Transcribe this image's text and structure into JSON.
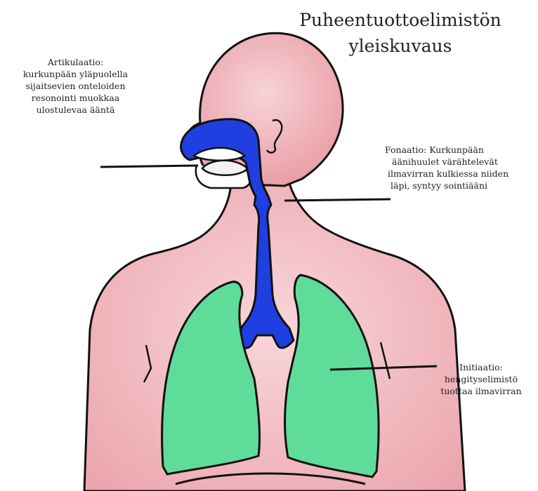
{
  "title": {
    "line1": "Puheentuottoelimistön",
    "line2": "yleiskuvaus"
  },
  "labels": {
    "articulation": {
      "line1": "Artikulaatio:",
      "line2": "kurkunpään yläpuolella",
      "line3": "sijaitsevien onteloiden",
      "line4": "resonointi muokkaa",
      "line5": "ulostulevaa ääntä"
    },
    "phonation": {
      "line1": "Fonaatio: Kurkunpään",
      "line2": "äänihuulet värähtelevät",
      "line3": "ilmavirran kulkiessa niiden",
      "line4": "läpi, syntyy sointiääni"
    },
    "initiation": {
      "line1": "Initiaatio:",
      "line2": "hengityselimistö",
      "line3": "tuottaa ilmavirran"
    }
  },
  "colors": {
    "body_fill": "#f4c4c8",
    "body_shade": "#e89aa2",
    "airway": "#1f3fe0",
    "lungs": "#5fdc9a",
    "outline": "#111111"
  }
}
